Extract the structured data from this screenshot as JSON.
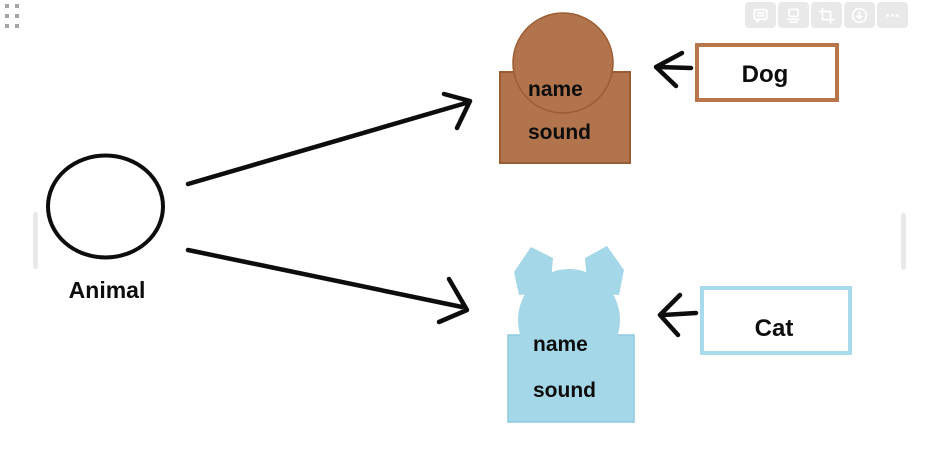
{
  "colors": {
    "canvas_bg": "#ffffff",
    "ink": "#0d0d0d",
    "toolbar_bg": "#e9e9e9",
    "icon_color": "#ffffff",
    "grip_dot": "#a5a5a5",
    "scrollbar": "#e9e9e9",
    "connector": "#000000"
  },
  "toolbar": {
    "buttons": [
      {
        "name": "comment",
        "icon": "comment-icon"
      },
      {
        "name": "layout",
        "icon": "layout-icon"
      },
      {
        "name": "crop",
        "icon": "crop-icon"
      },
      {
        "name": "download",
        "icon": "download-icon"
      },
      {
        "name": "more",
        "icon": "ellipsis-icon"
      }
    ]
  },
  "diagram": {
    "parent": {
      "label": "Animal"
    },
    "children": [
      {
        "label": "Dog",
        "members": [
          "name",
          "sound"
        ],
        "fill": "#b1744c",
        "stroke": "#9c5c31",
        "box_border": "#b8764a"
      },
      {
        "label": "Cat",
        "members": [
          "name",
          "sound"
        ],
        "fill": "#a4d7e8",
        "stroke": "#8ec9de",
        "box_border": "#a8dcec"
      }
    ]
  }
}
